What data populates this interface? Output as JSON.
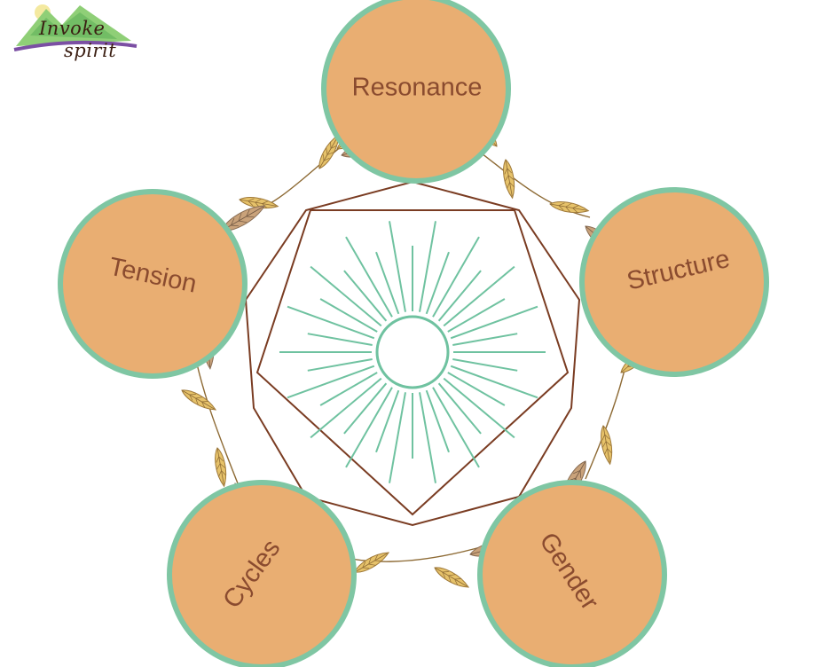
{
  "logo": {
    "line1": "Invoke",
    "line2": "spirit"
  },
  "nodes": [
    {
      "id": "resonance",
      "label": "Resonance"
    },
    {
      "id": "structure",
      "label": "Structure"
    },
    {
      "id": "gender",
      "label": "Gender"
    },
    {
      "id": "cycles",
      "label": "Cycles"
    },
    {
      "id": "tension",
      "label": "Tension"
    }
  ],
  "colors": {
    "node_fill": "#e9ae72",
    "node_border": "#7fc6a3",
    "label_text": "#8a4b2f",
    "mandala_lines": "#7a3c22",
    "rays": "#6fc2a0",
    "leaf_gold": "#e6c26a",
    "leaf_brown": "#c9a27a"
  }
}
